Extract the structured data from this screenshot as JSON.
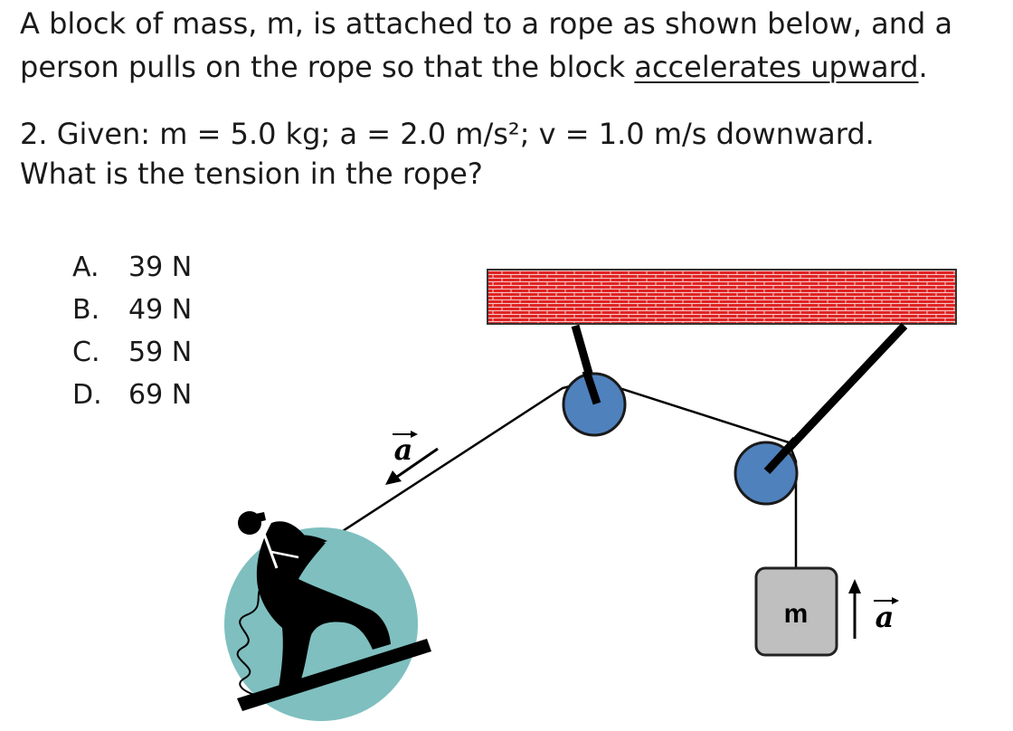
{
  "problem": {
    "stem_part1": "A block of mass, m, is attached to a rope as shown below, and a person pulls on the rope so that the block ",
    "stem_underlined": "accelerates upward",
    "stem_end": ".",
    "question_line1": "2.  Given:  m = 5.0 kg;  a = 2.0 m/s²;  v = 1.0 m/s downward.",
    "question_line2": "What is the tension in the rope?"
  },
  "choices": [
    {
      "letter": "A.",
      "text": "39 N"
    },
    {
      "letter": "B.",
      "text": "49 N"
    },
    {
      "letter": "C.",
      "text": "59 N"
    },
    {
      "letter": "D.",
      "text": "69 N"
    }
  ],
  "diagram": {
    "block_label": "m",
    "accel_label_rope": "a",
    "accel_label_block": "a",
    "colors": {
      "ceiling": "#e02424",
      "ceiling_mortar": "#f6c8c8",
      "pulley": "#4f81bd",
      "block": "#bfbfbf",
      "person_circle": "#7fbfbf",
      "ink": "#000000"
    }
  }
}
